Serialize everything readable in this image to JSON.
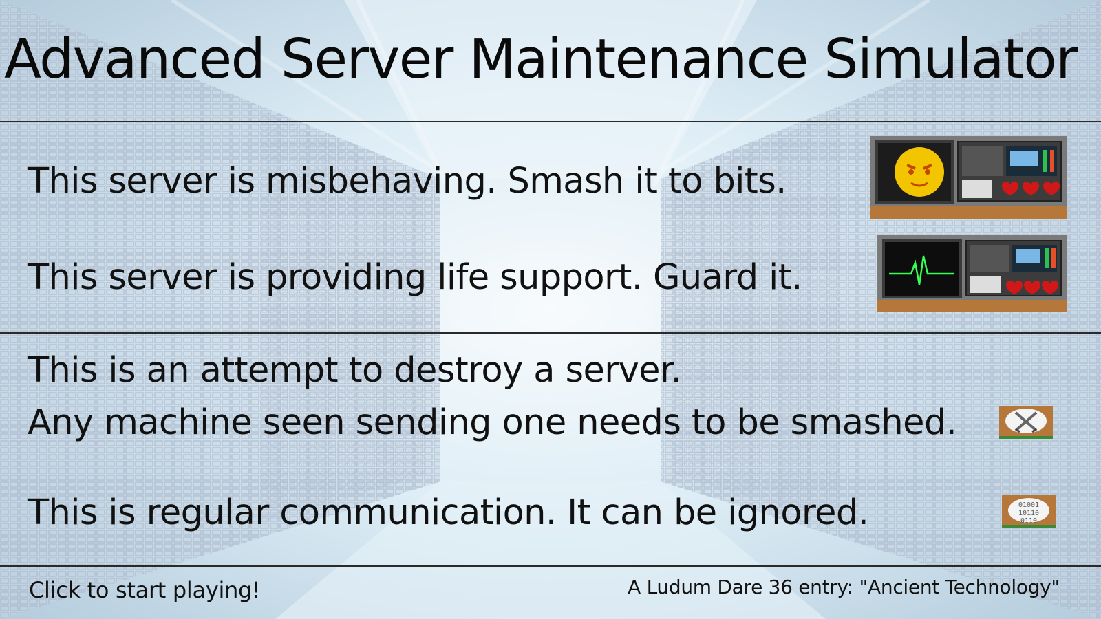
{
  "title": "Advanced Server Maintenance Simulator",
  "servers": {
    "misbehaving": "This server is misbehaving. Smash it to bits.",
    "life_support": "This server is providing life support. Guard it."
  },
  "messages": {
    "attack_line1": "This is an attempt to destroy a server.",
    "attack_line2": "Any machine seen sending one needs to be smashed.",
    "regular": "This is regular communication. It can be ignored."
  },
  "footer": {
    "start": "Click to start playing!",
    "credit": "A Ludum Dare 36 entry: \"Ancient Technology\""
  },
  "icons": {
    "evil_server": "evil-face-server-icon",
    "life_server": "heartbeat-server-icon",
    "attack_packet": "crossed-swords-packet-icon",
    "regular_packet": "binary-data-packet-icon"
  },
  "colors": {
    "text": "#111111",
    "rule": "#2a2a2a",
    "desk_wood": "#b6783a",
    "face_yellow": "#f2c500",
    "heart_red": "#d01818",
    "ecg_green": "#33ff55"
  }
}
